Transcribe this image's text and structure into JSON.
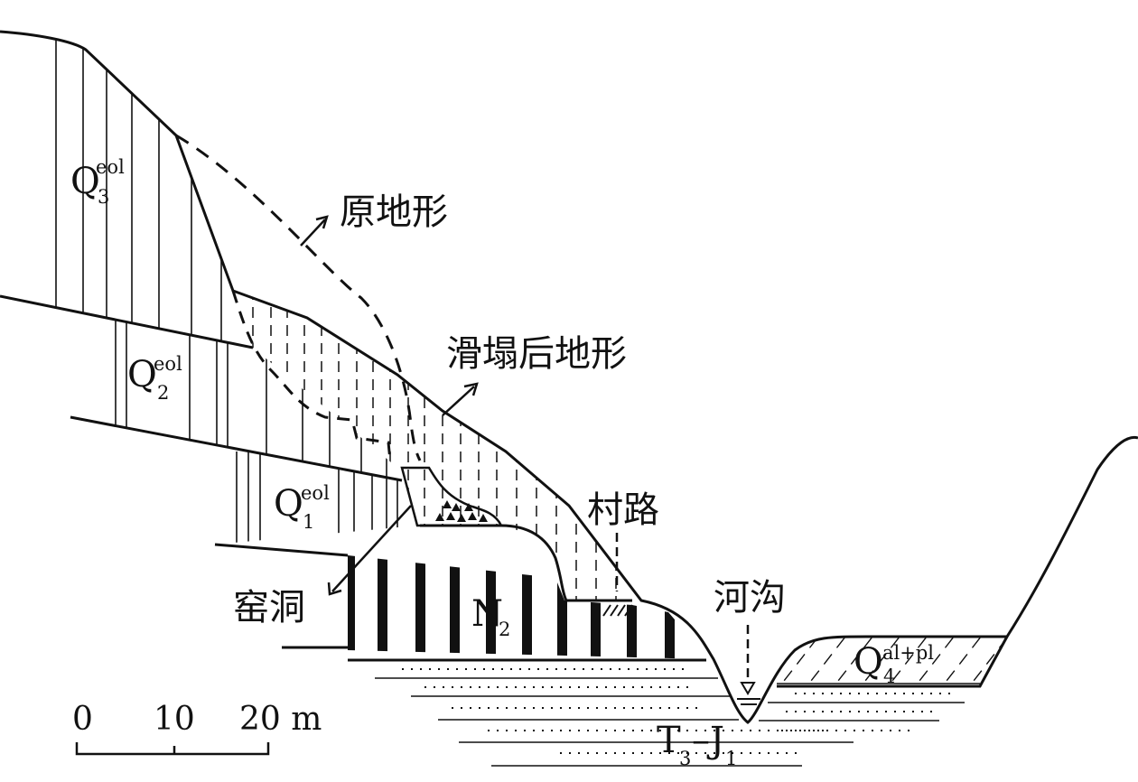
{
  "labels": {
    "original_terrain": "原地形",
    "post_slide_terrain": "滑塌后地形",
    "village_road": "村路",
    "cave_dwelling": "窑洞",
    "gully": "河沟"
  },
  "strata": {
    "q3": {
      "base": "Q",
      "sup": "eol",
      "sub": "3"
    },
    "q2": {
      "base": "Q",
      "sup": "eol",
      "sub": "2"
    },
    "q1": {
      "base": "Q",
      "sup": "eol",
      "sub": "1"
    },
    "n2": {
      "base": "N",
      "sub": "2"
    },
    "q4": {
      "base": "Q",
      "sup": "al+pl",
      "sub": "4"
    },
    "tj": {
      "base": "T",
      "sub": "3",
      "tail": "–J",
      "sub2": "1"
    }
  },
  "scale_bar": {
    "ticks": [
      "0",
      "10",
      "20 m"
    ]
  },
  "colors": {
    "ink": "#111111",
    "background": "#ffffff"
  }
}
